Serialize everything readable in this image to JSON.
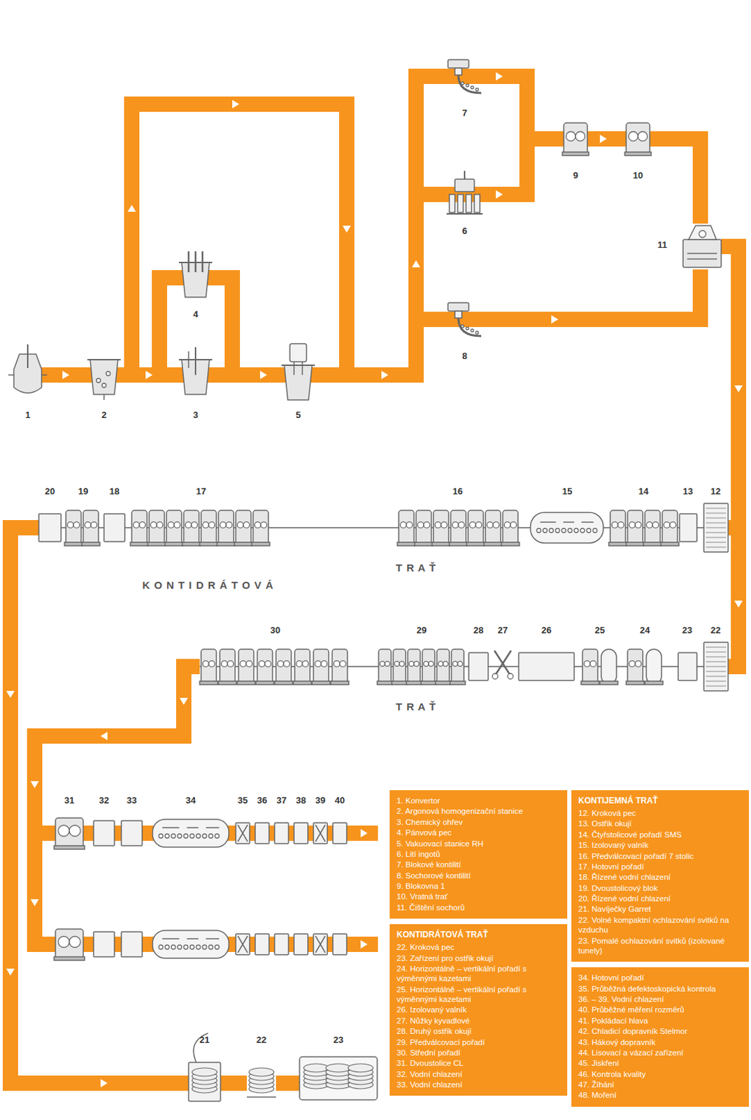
{
  "diagram": {
    "nodes": [
      {
        "text": [
          "1. Konvertor",
          "2. Argonová homogenizační stanice",
          "3. Chemický ohřev",
          "4. Pánvová pec",
          "5. Vakuovací stanice RH",
          "6. Lití ingotů",
          "7. Blokové kontilití",
          "8. Sochorové kontilití",
          "9. Blokovna 1",
          "10. Vratná trať",
          "11. Čištění sochorů"
        ]
      },
      {
        "text": [
          "KONTIJEMNÁ TRAŤ",
          "12. Kroková pec",
          "13. Ostřik okují",
          "14. Čtyřstolicové pořadí SMS",
          "15. Izolovaný valník",
          "16. Předválcovací pořadí 7 stolic",
          "17. Hotovní pořadí",
          "18. Řízené vodní chlazení",
          "19. Dvoustolicový blok",
          "20. Řízené vodní chlazení",
          "21. Navíječky Garret",
          "22. Volné kompaktní ochlazování svitků na vzduchu",
          "23. Pomalé ochlazování svitků (izolované tunely)"
        ]
      },
      {
        "text": [
          "KONTIDRÁTOVÁ TRAŤ",
          "22. Kroková pec",
          "23. Zařízení pro ostřik okují",
          "24. Horizontálně – vertikální pořadí s výměnnými kazetami",
          "25. Horizontálně – vertikální pořadí s výměnnými kazetami",
          "26. Izolovaný valník",
          "27. Nůžky kyvadlové",
          "28. Druhý ostřik okují",
          "29. Předválcovací pořadí",
          "30. Střední pořadí",
          "31. Dvoustolice CL",
          "32. Vodní chlazení",
          "33. Vodní chlazení"
        ]
      },
      {
        "text": [
          "34. Hotovní pořadí",
          "35. Průběžná defektoskopická kontrola",
          "36. – 39. Vodní chlazení",
          "40. Průběžné měření rozměrů",
          "41. Pokládací hlava",
          "42. Chladicí dopravník Stelmor",
          "43. Hákový dopravník",
          "44. Lisovací a vázací zařízení",
          "45. Jiskření",
          "46. Kontrola kvality",
          "47. Žíhání",
          "48. Moření"
        ]
      }
    ],
    "labels": [
      "1",
      "2",
      "3",
      "4",
      "5",
      "6",
      "7",
      "8",
      "9",
      "10",
      "11",
      "T R A Ť",
      "12",
      "13",
      "14",
      "15",
      "16",
      "T R A Ť",
      "22",
      "23",
      "24",
      "25",
      "26",
      "27",
      "28",
      "29",
      "17",
      "18",
      "19",
      "20",
      "K O N T I D R Á T O V Á",
      "30",
      "31",
      "32",
      "33",
      "34",
      "35",
      "36",
      "37",
      "38",
      "39",
      "40",
      "21",
      "22",
      "23"
    ]
  }
}
